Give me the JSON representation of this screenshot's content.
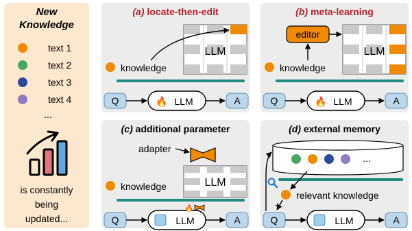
{
  "left_panel": {
    "title_line1": "New",
    "title_line2": "Knowledge",
    "items": [
      {
        "label": "text 1",
        "color": "#f08a00"
      },
      {
        "label": "text 2",
        "color": "#4aa565"
      },
      {
        "label": "text 3",
        "color": "#2c4a9a"
      },
      {
        "label": "text 4",
        "color": "#8e7bc0"
      }
    ],
    "ellipsis": "...",
    "caption_lines": [
      "is constantly",
      "being",
      "updated..."
    ]
  },
  "panels": {
    "a": {
      "title_prefix": "(a)",
      "title_text": " locate-then-edit"
    },
    "b": {
      "title_prefix": "(b)",
      "title_text": " meta-learning",
      "editor_label": "editor"
    },
    "c": {
      "title_prefix": "(c)",
      "title_text": " additional parameter",
      "adapter_label": "adapter"
    },
    "d": {
      "title_prefix": "(d)",
      "title_text": " external memory",
      "ellipsis": "...",
      "relevant_label": "relevant knowledge",
      "plus": "+"
    }
  },
  "common": {
    "llm_block_label": "LLM",
    "knowledge_label": "knowledge",
    "q_label": "Q",
    "a_label": "A",
    "llm_label": "LLM",
    "fire_icon": "🔥"
  },
  "colors": {
    "panel_bg": "#ececec",
    "left_bg": "#fbe8cf",
    "accent_red": "#c0202a",
    "orange": "#f08a00",
    "teal": "#1e8a80",
    "node_blue": "#bcd6ea",
    "grid_gray": "#c9c9c9"
  }
}
